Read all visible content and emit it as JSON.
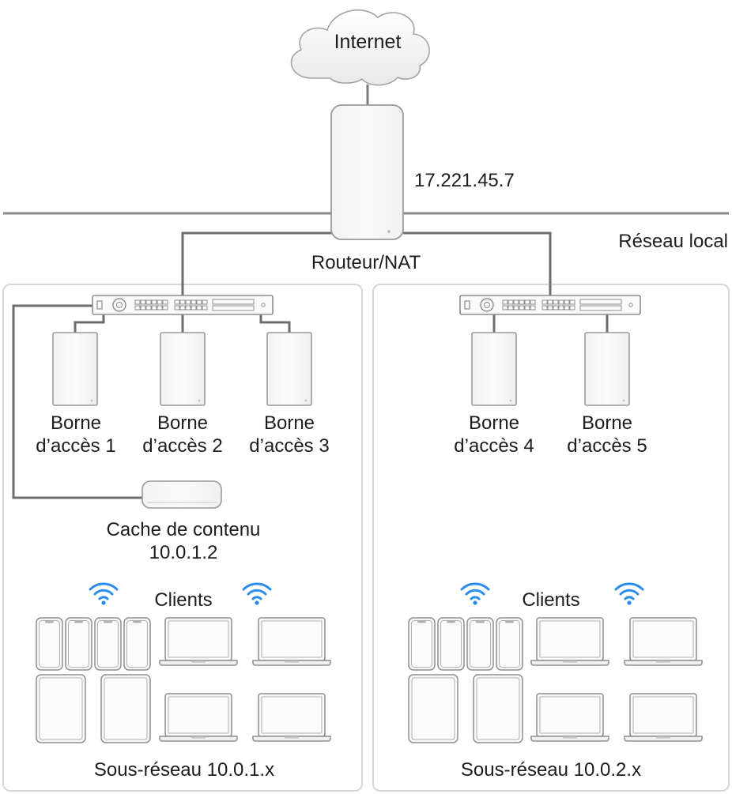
{
  "internet": {
    "label": "Internet"
  },
  "router": {
    "ip": "17.221.45.7",
    "label": "Routeur/NAT"
  },
  "local_network": {
    "label": "Réseau local"
  },
  "subnet_left": {
    "access_points": [
      {
        "line1": "Borne",
        "line2": "d’accès 1"
      },
      {
        "line1": "Borne",
        "line2": "d’accès 2"
      },
      {
        "line1": "Borne",
        "line2": "d’accès 3"
      }
    ],
    "cache": {
      "line1": "Cache de contenu",
      "line2": "10.0.1.2"
    },
    "clients_label": "Clients",
    "footer": "Sous-réseau 10.0.1.x"
  },
  "subnet_right": {
    "access_points": [
      {
        "line1": "Borne",
        "line2": "d’accès 4"
      },
      {
        "line1": "Borne",
        "line2": "d’accès 5"
      }
    ],
    "clients_label": "Clients",
    "footer": "Sous-réseau 10.0.2.x"
  },
  "colors": {
    "wifi": "#2a8cf0",
    "wire": "#7a7a7a",
    "panel_border": "#d7d7d7",
    "text": "#1d1d1f"
  }
}
